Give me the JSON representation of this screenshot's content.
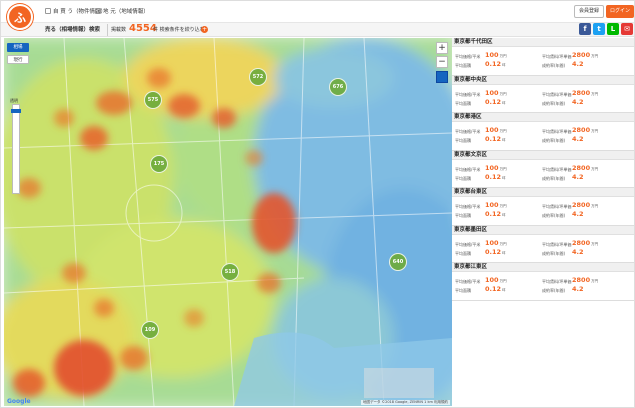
{
  "header": {
    "logo_text": "ふ",
    "nav": [
      {
        "icon": "building-icon",
        "label": "自 買 う（物件情報）"
      },
      {
        "icon": "map-icon",
        "label": "地 元（地域情報）"
      }
    ],
    "member_label": "会員登録",
    "login_label": "ログイン"
  },
  "subbar": {
    "tag": "売る（相場情報）検索",
    "count_label": "掲載数",
    "count": "4554",
    "count_note": "件 検索条件を絞り込む",
    "plus_icon": "plus-circle-icon"
  },
  "share": [
    {
      "name": "facebook-icon",
      "glyph": "f",
      "color": "#3b5998"
    },
    {
      "name": "twitter-icon",
      "glyph": "t",
      "color": "#1da1f2"
    },
    {
      "name": "line-icon",
      "glyph": "L",
      "color": "#00b900"
    },
    {
      "name": "mail-icon",
      "glyph": "✉",
      "color": "#e53935"
    }
  ],
  "map": {
    "mode_active": "相場",
    "mode_other": "現行",
    "slider_label": "透明",
    "zoom_in": "+",
    "zoom_out": "−",
    "clusters": [
      {
        "label": "575"
      },
      {
        "label": "572"
      },
      {
        "label": "676"
      },
      {
        "label": "175"
      },
      {
        "label": "518"
      },
      {
        "label": "640"
      },
      {
        "label": "109"
      }
    ],
    "google_label": "Google",
    "attribution": "地図データ ©2018 Google, ZENRIN 1 km 利用規約"
  },
  "list": {
    "labels": {
      "avg_price": "平均価格/平米",
      "avg_area": "平均面積",
      "avg_rent": "平均賃料/坪単価",
      "rate": "成約率(年間)"
    },
    "wards": [
      {
        "name": "東京都千代田区",
        "price": "100",
        "price_unit": "万円",
        "rent": "2800",
        "rent_unit": "万円",
        "area": "0.12",
        "area_unit": "坪",
        "rate": "4.2"
      },
      {
        "name": "東京都中央区",
        "price": "100",
        "price_unit": "万円",
        "rent": "2800",
        "rent_unit": "万円",
        "area": "0.12",
        "area_unit": "坪",
        "rate": "4.2"
      },
      {
        "name": "東京都港区",
        "price": "100",
        "price_unit": "万円",
        "rent": "2800",
        "rent_unit": "万円",
        "area": "0.12",
        "area_unit": "坪",
        "rate": "4.2"
      },
      {
        "name": "東京都文京区",
        "price": "100",
        "price_unit": "万円",
        "rent": "2800",
        "rent_unit": "万円",
        "area": "0.12",
        "area_unit": "坪",
        "rate": "4.2"
      },
      {
        "name": "東京都台東区",
        "price": "100",
        "price_unit": "万円",
        "rent": "2800",
        "rent_unit": "万円",
        "area": "0.12",
        "area_unit": "坪",
        "rate": "4.2"
      },
      {
        "name": "東京都墨田区",
        "price": "100",
        "price_unit": "万円",
        "rent": "2800",
        "rent_unit": "万円",
        "area": "0.12",
        "area_unit": "坪",
        "rate": "4.2"
      },
      {
        "name": "東京都江東区",
        "price": "100",
        "price_unit": "万円",
        "rent": "2800",
        "rent_unit": "万円",
        "area": "0.12",
        "area_unit": "坪",
        "rate": "4.2"
      }
    ]
  },
  "colors": {
    "accent": "#f26522",
    "active": "#1565c0"
  }
}
